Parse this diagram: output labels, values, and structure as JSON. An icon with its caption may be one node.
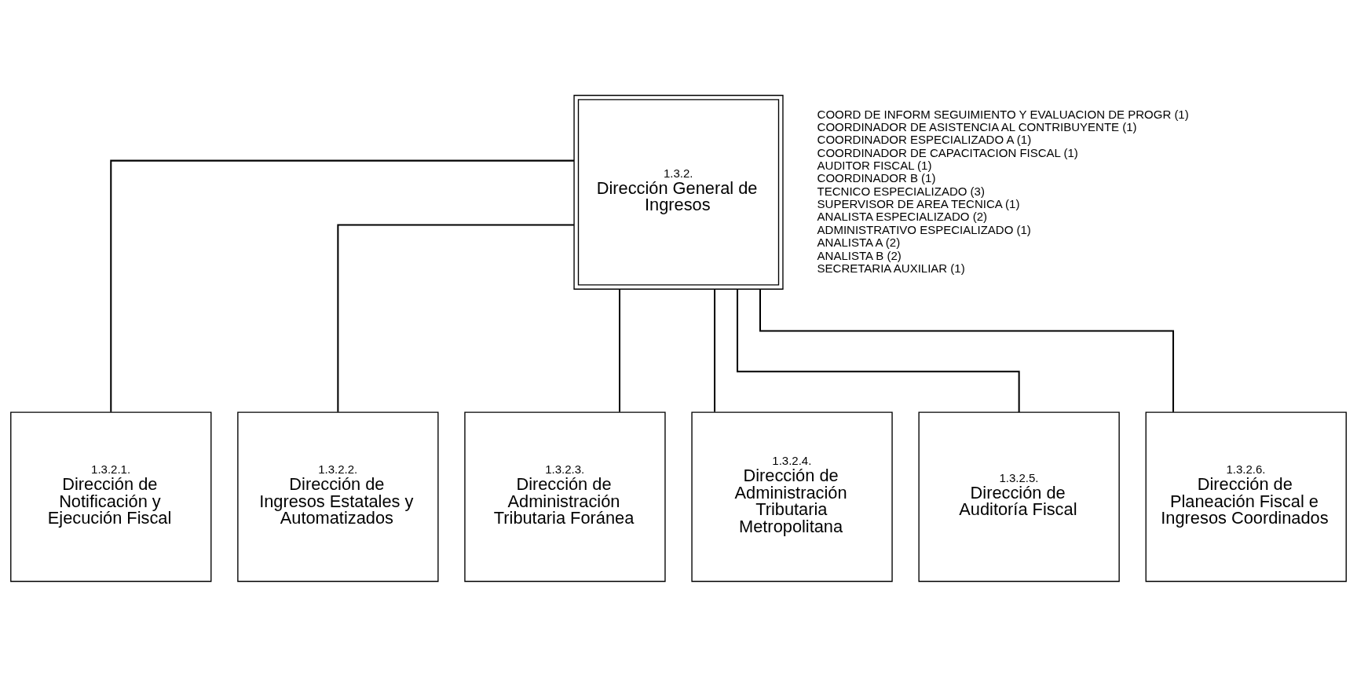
{
  "diagram": {
    "nodes": [
      {
        "text": [
          "1.3.2.",
          "Dirección General de Ingresos"
        ],
        "beside": [
          "COORD DE INFORM SEGUIMIENTO Y EVALUACION DE PROGR (1)",
          "COORDINADOR DE ASISTENCIA AL CONTRIBUYENTE (1)",
          "COORDINADOR ESPECIALIZADO A (1)",
          "COORDINADOR DE CAPACITACION FISCAL (1)",
          "AUDITOR FISCAL (1)",
          "COORDINADOR B (1)",
          "TECNICO ESPECIALIZADO (3)",
          "SUPERVISOR DE AREA TECNICA (1)",
          "ANALISTA ESPECIALIZADO (2)",
          "ADMINISTRATIVO ESPECIALIZADO (1)",
          "ANALISTA A (2)",
          "ANALISTA B (2)",
          "SECRETARIA AUXILIAR (1)"
        ]
      },
      {
        "text": [
          "1.3.2.1.",
          "Dirección de Notificación y Ejecución Fiscal"
        ]
      },
      {
        "text": [
          "1.3.2.2.",
          "Dirección de Ingresos Estatales y Automatizados"
        ]
      },
      {
        "text": [
          "1.3.2.3.",
          "Dirección de Administración Tributaria Foránea"
        ]
      },
      {
        "text": [
          "1.3.2.4.",
          "Dirección de Administración Tributaria Metropolitana"
        ]
      },
      {
        "text": [
          "1.3.2.5.",
          "Dirección de Auditoría Fiscal"
        ]
      },
      {
        "text": [
          "1.3.2.6.",
          "Dirección de Planeación Fiscal e Ingresos Coordinados"
        ]
      }
    ],
    "edges": [
      {
        "from": 0,
        "to": 1,
        "arrow": "none"
      },
      {
        "from": 0,
        "to": 2,
        "arrow": "none"
      },
      {
        "from": 0,
        "to": 3,
        "arrow": "none"
      },
      {
        "from": 0,
        "to": 4,
        "arrow": "none"
      },
      {
        "from": 0,
        "to": 5,
        "arrow": "none"
      },
      {
        "from": 0,
        "to": 6,
        "arrow": "none"
      }
    ]
  }
}
